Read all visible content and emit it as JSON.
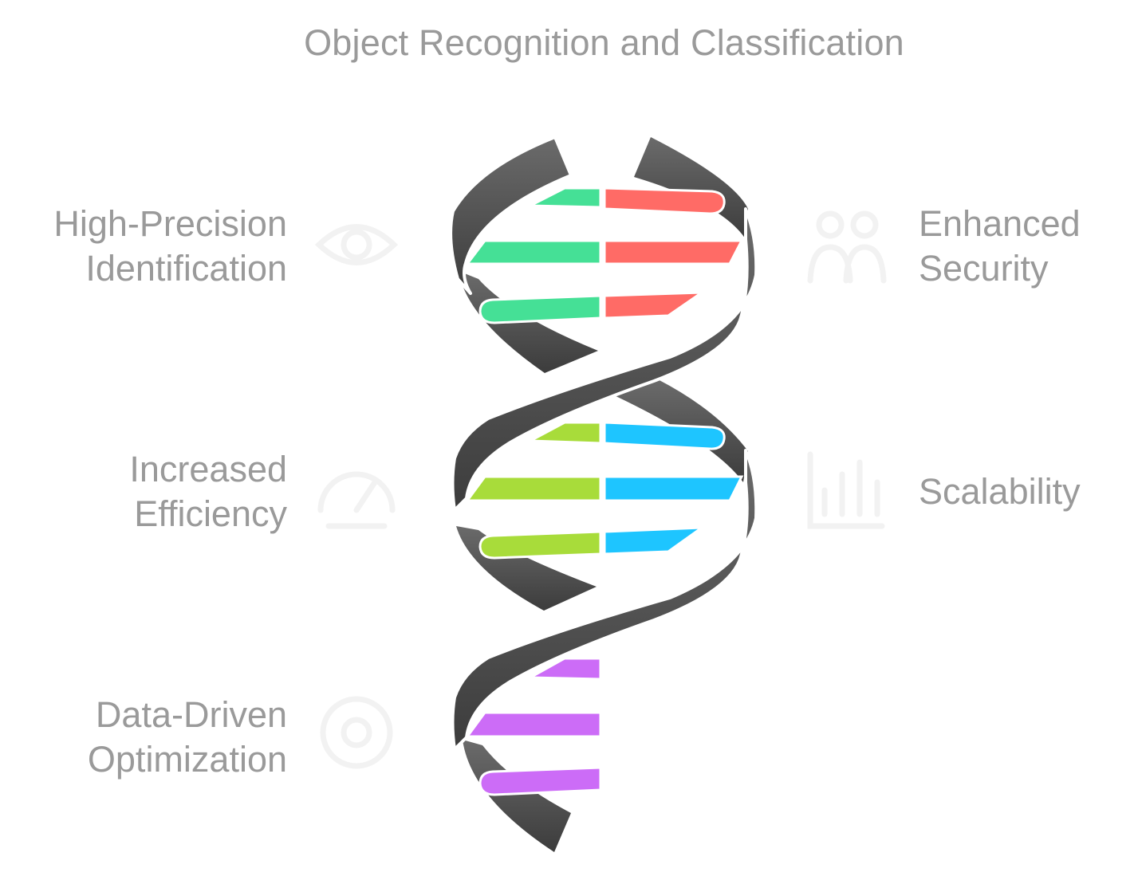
{
  "title": "Object Recognition and Classification",
  "items": [
    {
      "id": "high-precision",
      "lines": [
        "High-Precision",
        "Identification"
      ],
      "side": "left",
      "color": "#45e096",
      "icon": "eye-icon"
    },
    {
      "id": "enhanced-security",
      "lines": [
        "Enhanced",
        "Security"
      ],
      "side": "right",
      "color": "#ff6b66",
      "icon": "people-icon"
    },
    {
      "id": "increased-efficiency",
      "lines": [
        "Increased",
        "Efficiency"
      ],
      "side": "left",
      "color": "#a8dc3a",
      "icon": "speed-icon"
    },
    {
      "id": "scalability",
      "lines": [
        "Scalability"
      ],
      "side": "right",
      "color": "#1ec5ff",
      "icon": "chart-icon"
    },
    {
      "id": "data-driven",
      "lines": [
        "Data-Driven",
        "Optimization"
      ],
      "side": "left",
      "color": "#cc6cf7",
      "icon": "gear-icon"
    }
  ],
  "colors": {
    "strand": "#5c5c5c",
    "text": "#9a9a9a"
  }
}
